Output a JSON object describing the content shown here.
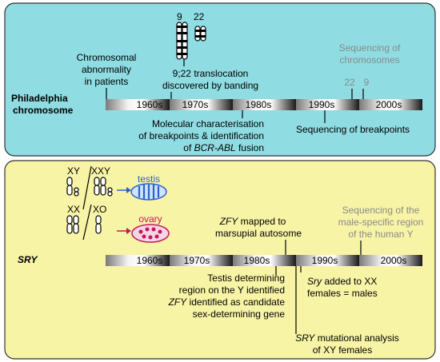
{
  "panels": {
    "philadelphia": {
      "bg": "#8fdce2",
      "border": "#333333",
      "side_label_line1": "Philadelphia",
      "side_label_line2": "chromosome",
      "decades": [
        "1960s",
        "1970s",
        "1980s",
        "1990s",
        "2000s"
      ],
      "chromosome_numbers": {
        "left": "9",
        "right": "22"
      },
      "events": {
        "chromosomal_abnormality": [
          "Chromosomal",
          "abnormality",
          "in patients"
        ],
        "translocation": [
          "9;22 translocation",
          "discovered by banding"
        ],
        "sequencing_chromosomes": [
          "Sequencing of",
          "chromosomes"
        ],
        "seq_marker_22": "22",
        "seq_marker_9": "9",
        "molecular_char": [
          "Molecular characterisation",
          "of breakpoints & identification",
          "of"
        ],
        "bcr_abl": "BCR-ABL",
        "fusion": " fusion",
        "seq_breakpoints": "Sequencing of breakpoints"
      }
    },
    "sry": {
      "bg": "#f8f4a6",
      "border": "#333333",
      "side_label": "SRY",
      "decades": [
        "1960s",
        "1970s",
        "1980s",
        "1990s",
        "2000s"
      ],
      "karyotypes": {
        "xy": "XY",
        "xxy": "XXY",
        "xx": "XX",
        "xo": "XO"
      },
      "gonads": {
        "testis": "testis",
        "ovary": "ovary",
        "testis_color": "#2a63c8",
        "ovary_color": "#c2185b"
      },
      "events": {
        "zfy_mapped_em": "ZFY",
        "zfy_mapped_rest": " mapped to",
        "zfy_mapped_line2": "marsupial autosome",
        "seq_male_region": [
          "Sequencing of the",
          "male-specific region",
          "of the human Y"
        ],
        "testis_region": [
          "Testis determining",
          "region on the Y identified"
        ],
        "zfy_candidate_em": "ZFY",
        "zfy_candidate_rest": " identified as candidate",
        "zfy_candidate_line2": "sex-determining gene",
        "sry_added_em": "Sry",
        "sry_added_rest": " added to XX",
        "sry_added_line2": "females = males",
        "sry_mut_em": "SRY",
        "sry_mut_rest": " mutational analysis",
        "sry_mut_line2": "of XY females"
      }
    }
  }
}
